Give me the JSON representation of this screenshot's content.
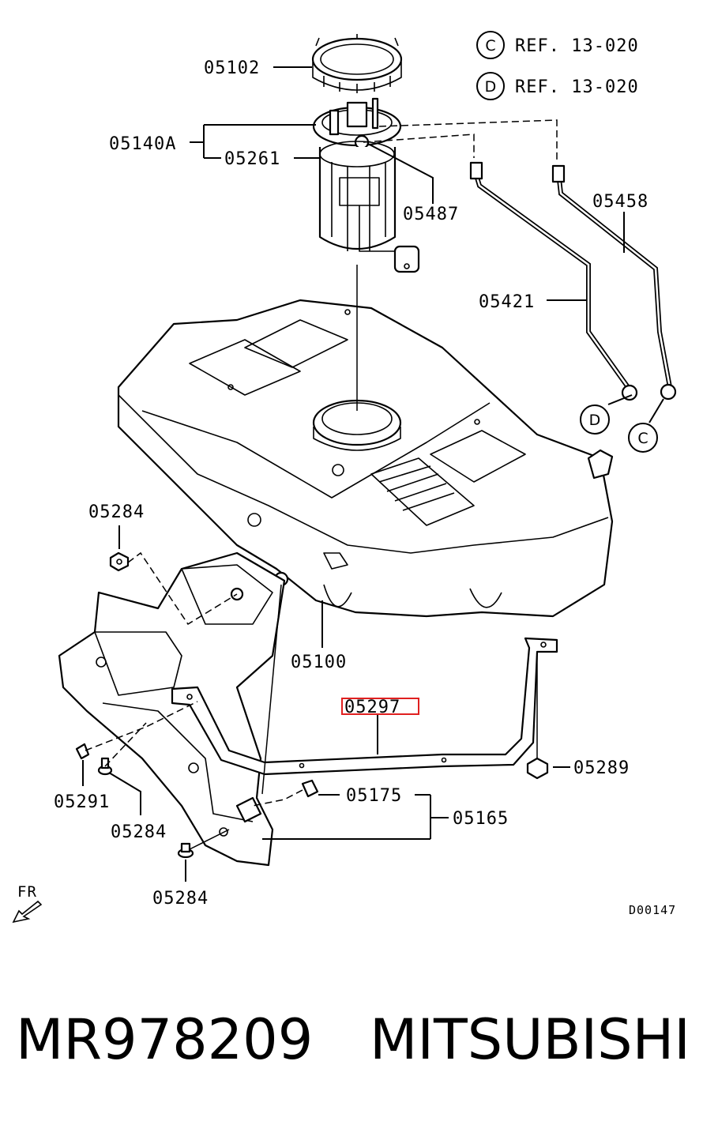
{
  "labels": {
    "l05102": "05102",
    "l05140A": "05140A",
    "l05261": "05261",
    "l05487": "05487",
    "l05458": "05458",
    "l05421": "05421",
    "l05284a": "05284",
    "l05100": "05100",
    "l05297": "05297",
    "l05289": "05289",
    "l05291": "05291",
    "l05284b": "05284",
    "l05175": "05175",
    "l05165": "05165",
    "l05284c": "05284"
  },
  "references": [
    {
      "letter": "C",
      "text": "REF. 13-020"
    },
    {
      "letter": "D",
      "text": "REF. 13-020"
    }
  ],
  "callouts": {
    "d": "D",
    "c": "C"
  },
  "direction": "FR",
  "diagram_code": "D00147",
  "highlight_color": "#e02020",
  "footer": {
    "part_number": "MR978209",
    "brand": "MITSUBISHI"
  }
}
